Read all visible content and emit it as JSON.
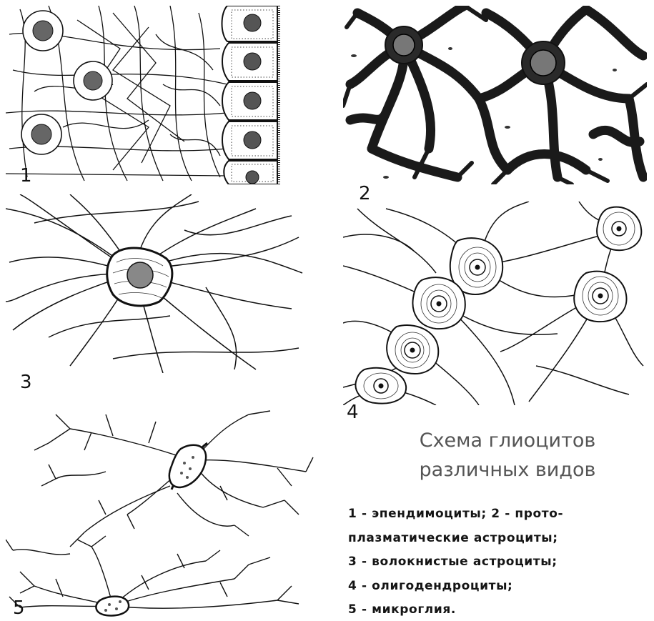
{
  "figure": {
    "title_lines": [
      "Схема глиоцитов",
      "различных видов"
    ],
    "panels": [
      {
        "number": "1"
      },
      {
        "number": "2"
      },
      {
        "number": "3"
      },
      {
        "number": "4"
      },
      {
        "number": "5"
      }
    ],
    "legend": [
      "1 - эпендимоциты; 2 - прото-",
      "плазматические  астроциты;",
      "3 - волокнистые  астроциты;",
      "4 - олигодендроциты;",
      "5 - микроглия."
    ],
    "colors": {
      "ink": "#111111",
      "title": "#555555",
      "background": "#ffffff"
    }
  }
}
